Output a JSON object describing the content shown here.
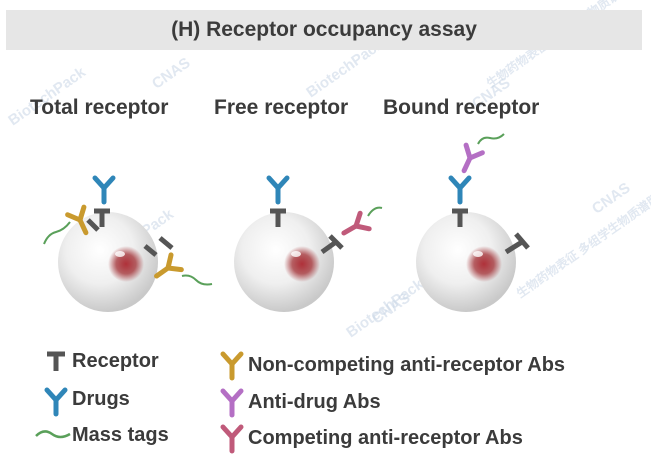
{
  "title": "(H) Receptor occupancy assay",
  "panels": [
    {
      "label": "Total receptor"
    },
    {
      "label": "Free receptor"
    },
    {
      "label": "Bound receptor"
    }
  ],
  "legend": {
    "receptor": "Receptor",
    "drugs": "Drugs",
    "mass_tags": "Mass tags",
    "non_competing": "Non-competing anti-receptor Abs",
    "anti_drug": "Anti-drug Abs",
    "competing": "Competing anti-receptor Abs"
  },
  "watermark": {
    "brand": "BiotechPack",
    "cn": "生物药物表征 多组学生物质谱服务商",
    "cnas": "CNAS"
  },
  "colors": {
    "receptor": "#555555",
    "drug": "#2f86b8",
    "non_competing": "#c99a2e",
    "anti_drug": "#b46fc4",
    "competing": "#c05a7a",
    "mass_tag": "#5aa05a",
    "cell_core": "#9b1f24"
  }
}
